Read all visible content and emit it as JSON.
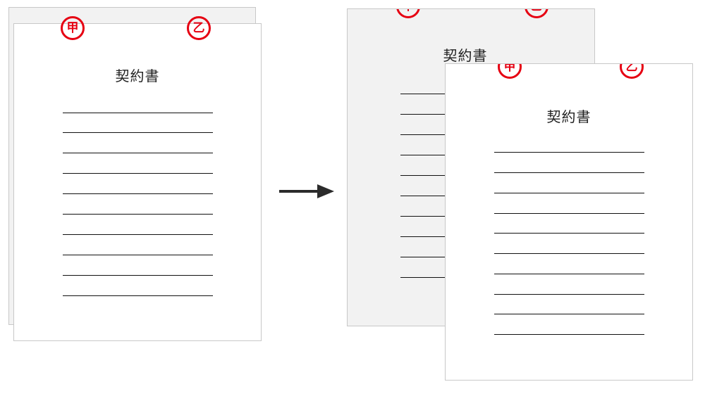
{
  "document": {
    "title": "契約書",
    "seal_first_party": "甲",
    "seal_second_party": "乙"
  },
  "colors": {
    "seal_red": "#e60012",
    "back_sheet": "#f2f2f2",
    "front_sheet": "#ffffff",
    "line_black": "#111111",
    "arrow": "#2b2b2b"
  }
}
